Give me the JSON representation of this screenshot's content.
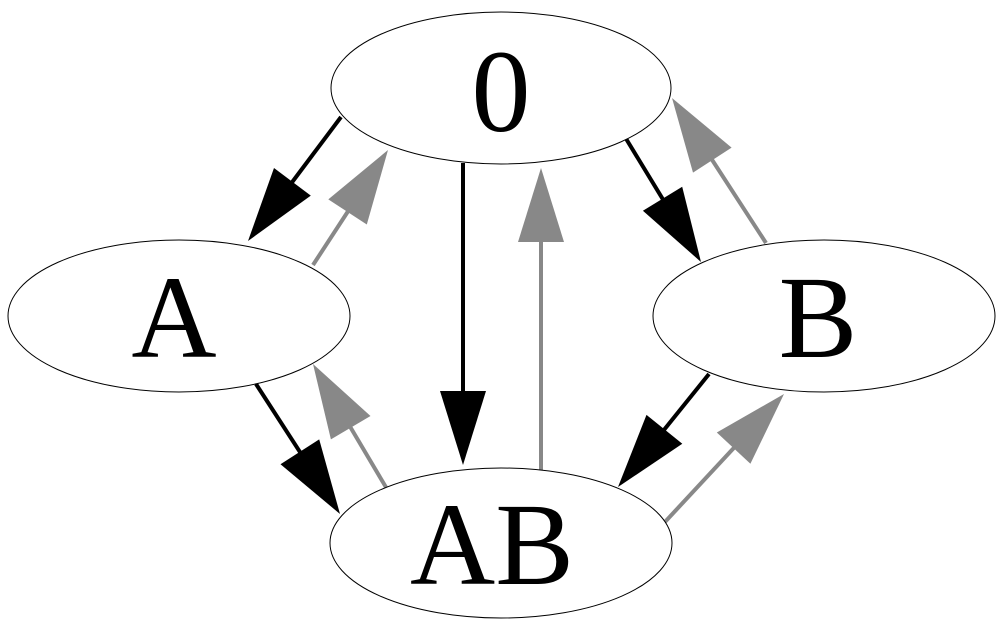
{
  "nodes": [
    {
      "id": "n0",
      "label": "0"
    },
    {
      "id": "nA",
      "label": "A"
    },
    {
      "id": "nB",
      "label": "B"
    },
    {
      "id": "nAB",
      "label": "AB"
    }
  ],
  "edges": [
    {
      "from": "0",
      "to": "A",
      "color": "#000000"
    },
    {
      "from": "A",
      "to": "0",
      "color": "#888888"
    },
    {
      "from": "0",
      "to": "AB",
      "color": "#000000"
    },
    {
      "from": "AB",
      "to": "0",
      "color": "#888888"
    },
    {
      "from": "0",
      "to": "B",
      "color": "#000000"
    },
    {
      "from": "B",
      "to": "0",
      "color": "#888888"
    },
    {
      "from": "A",
      "to": "AB",
      "color": "#000000"
    },
    {
      "from": "AB",
      "to": "A",
      "color": "#888888"
    },
    {
      "from": "B",
      "to": "AB",
      "color": "#000000"
    },
    {
      "from": "AB",
      "to": "B",
      "color": "#888888"
    }
  ],
  "colors": {
    "forward_edge": "#000000",
    "backward_edge": "#888888",
    "node_border": "#000000",
    "background": "#ffffff"
  }
}
